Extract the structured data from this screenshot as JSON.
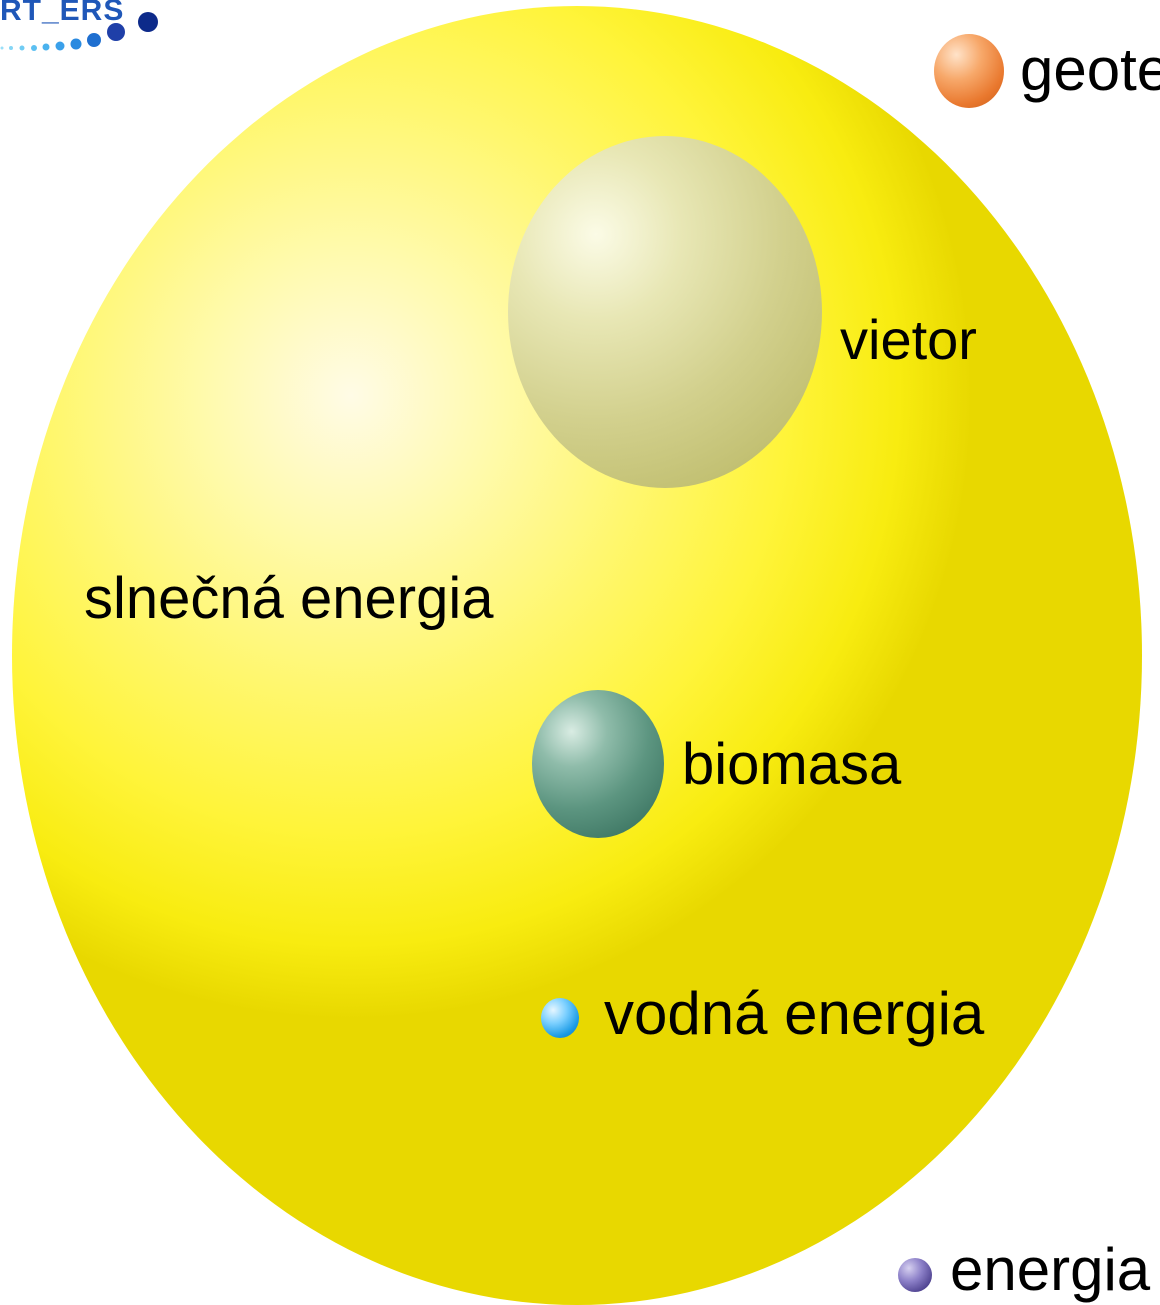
{
  "logo": {
    "text": "RT_ERS",
    "color": "#1f57b8"
  },
  "sun": {
    "label": "slnečná energia",
    "color": "#fff43a"
  },
  "spheres": {
    "vietor": {
      "label": "vietor",
      "color": "#d2d08d"
    },
    "biomasa": {
      "label": "biomasa",
      "color": "#5c9580"
    },
    "vodna": {
      "label": "vodná energia",
      "color": "#1b9be6"
    },
    "geote": {
      "label": "geote",
      "color": "#e9782e"
    },
    "energia": {
      "label": "energia",
      "color": "#4b3f8d"
    }
  }
}
